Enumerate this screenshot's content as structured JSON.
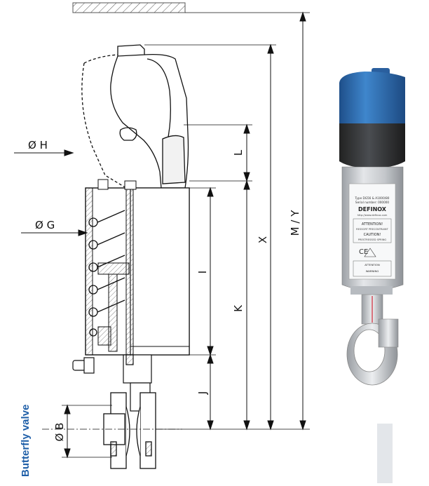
{
  "side_title": "Butterfly valve",
  "dimension_labels": {
    "h": "Ø H",
    "g": "Ø G",
    "b": "Ø B",
    "l": "L",
    "i": "I",
    "k": "K",
    "j": "J",
    "x": "X",
    "my": "M / Y"
  },
  "photo_label": {
    "type_line": "Type DG56 & A1000/80",
    "serial_line": "Serial number: 000000",
    "brand": "DEFINOX",
    "web": "http://www.definox.com",
    "attention": "ATTENTION!",
    "attention_fr": "RESSORT PRECONTRAINT",
    "caution": "CAUTION!",
    "caution_en": "PRESTRESSED SPRING",
    "ce_mark": "CE",
    "attention2": "ATTENTION",
    "warning": "WARNING"
  },
  "colors": {
    "title_blue": "#1f5fa8",
    "cap_blue": "#2e6fb4",
    "body_gray": "#c9ccd0",
    "bar_gray": "#e3e6ea"
  }
}
